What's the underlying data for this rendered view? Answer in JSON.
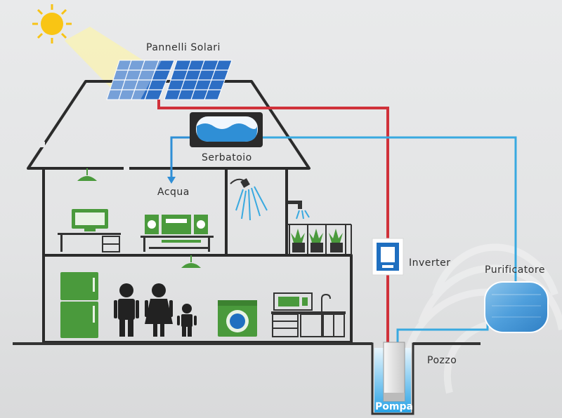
{
  "labels": {
    "solar_panels": "Pannelli Solari",
    "tank": "Serbatoio",
    "water": "Acqua",
    "inverter": "Inverter",
    "purifier": "Purificatore",
    "well": "Pozzo",
    "pump": "Pompa"
  },
  "colors": {
    "electric_line": "#d0313a",
    "water_line": "#39a9e0",
    "solar_panel": "#2d6ec4",
    "appliance_green": "#4a9a3c",
    "house_outline": "#2b2b2b",
    "sun": "#f7c316",
    "tank_water": "#2f8fd6",
    "well_water": "#29a3e6"
  }
}
